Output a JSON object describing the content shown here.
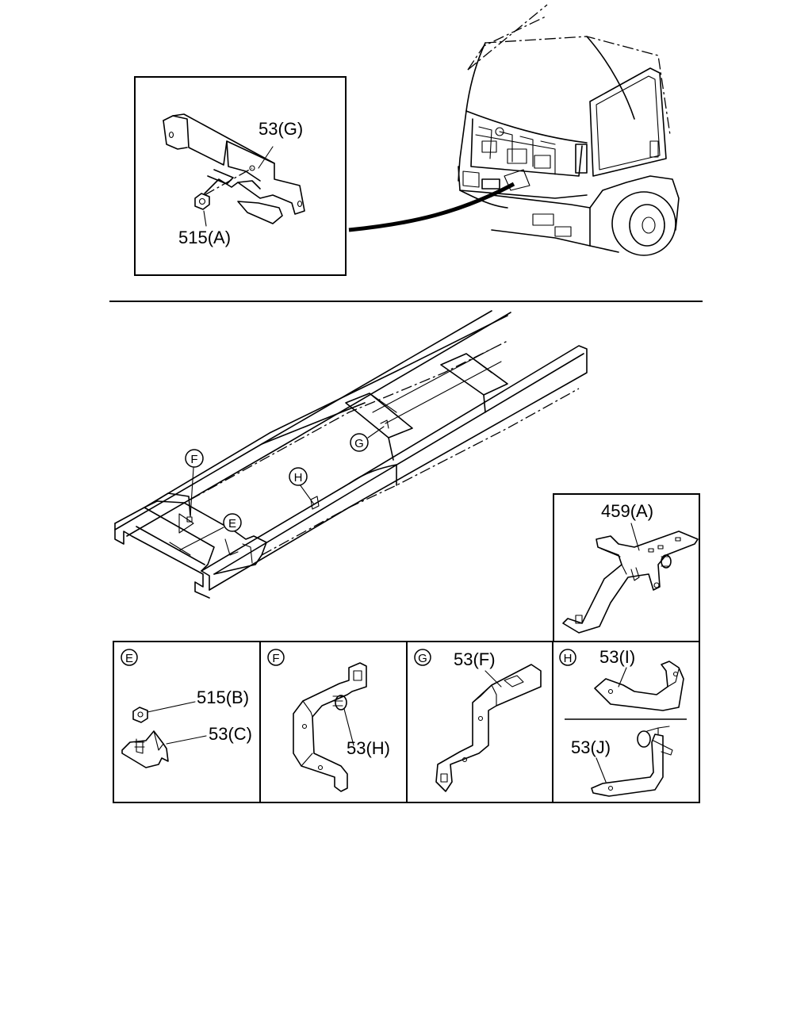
{
  "labels": {
    "top_inset_bracket": "53(G)",
    "top_inset_nut": "515(A)",
    "bracket_459": "459(A)",
    "frame_marker_e": "E",
    "frame_marker_f": "F",
    "frame_marker_g": "G",
    "frame_marker_h": "H"
  },
  "panels": [
    {
      "marker": "E",
      "parts": [
        "515(B)",
        "53(C)"
      ]
    },
    {
      "marker": "F",
      "parts": [
        "53(H)"
      ]
    },
    {
      "marker": "G",
      "parts": [
        "53(F)"
      ]
    },
    {
      "marker": "H",
      "parts": [
        "53(I)",
        "53(J)"
      ]
    }
  ]
}
